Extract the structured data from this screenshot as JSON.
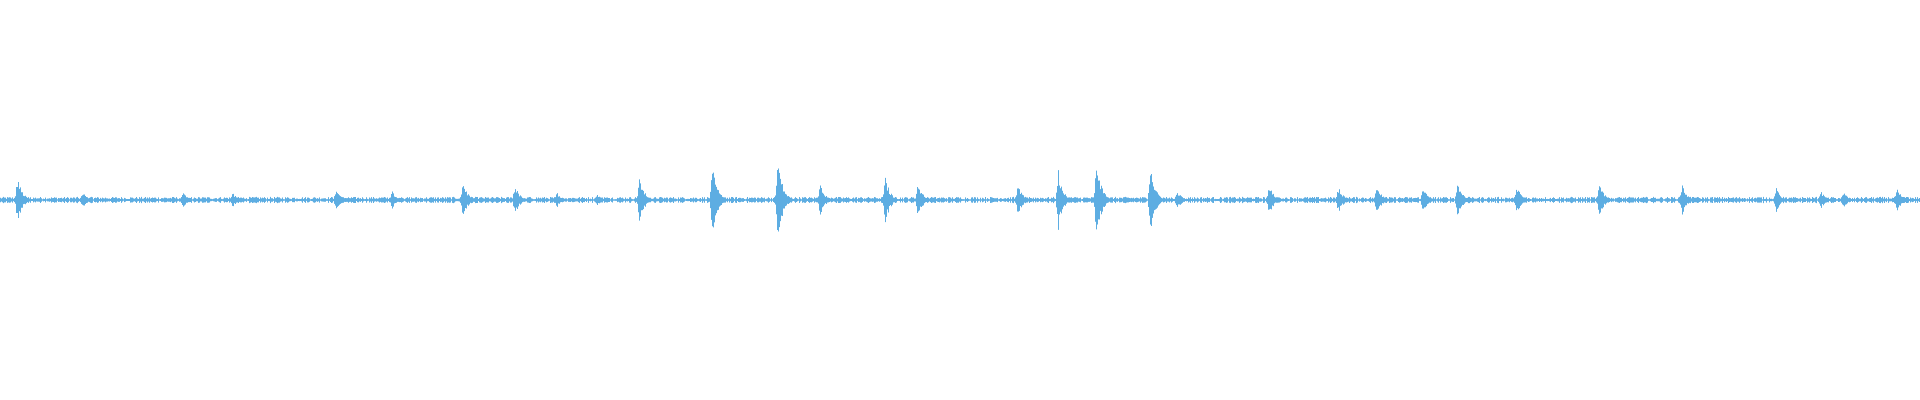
{
  "waveform": {
    "color": "#5dade2",
    "background": "#ffffff",
    "baseline_amplitude": 0.006,
    "bursts": [
      {
        "t": 0.009,
        "amp": 0.06
      },
      {
        "t": 0.043,
        "amp": 0.025
      },
      {
        "t": 0.095,
        "amp": 0.02
      },
      {
        "t": 0.121,
        "amp": 0.02
      },
      {
        "t": 0.175,
        "amp": 0.03
      },
      {
        "t": 0.204,
        "amp": 0.025
      },
      {
        "t": 0.241,
        "amp": 0.05
      },
      {
        "t": 0.268,
        "amp": 0.04
      },
      {
        "t": 0.29,
        "amp": 0.02
      },
      {
        "t": 0.311,
        "amp": 0.015
      },
      {
        "t": 0.333,
        "amp": 0.06
      },
      {
        "t": 0.371,
        "amp": 0.09
      },
      {
        "t": 0.405,
        "amp": 0.11
      },
      {
        "t": 0.427,
        "amp": 0.04
      },
      {
        "t": 0.461,
        "amp": 0.06
      },
      {
        "t": 0.478,
        "amp": 0.045
      },
      {
        "t": 0.53,
        "amp": 0.04
      },
      {
        "t": 0.551,
        "amp": 0.08
      },
      {
        "t": 0.571,
        "amp": 0.11
      },
      {
        "t": 0.599,
        "amp": 0.09
      },
      {
        "t": 0.613,
        "amp": 0.025
      },
      {
        "t": 0.661,
        "amp": 0.04
      },
      {
        "t": 0.697,
        "amp": 0.035
      },
      {
        "t": 0.717,
        "amp": 0.045
      },
      {
        "t": 0.741,
        "amp": 0.035
      },
      {
        "t": 0.759,
        "amp": 0.05
      },
      {
        "t": 0.79,
        "amp": 0.035
      },
      {
        "t": 0.833,
        "amp": 0.045
      },
      {
        "t": 0.876,
        "amp": 0.04
      },
      {
        "t": 0.925,
        "amp": 0.03
      },
      {
        "t": 0.948,
        "amp": 0.025
      },
      {
        "t": 0.96,
        "amp": 0.02
      },
      {
        "t": 0.988,
        "amp": 0.03
      }
    ]
  }
}
